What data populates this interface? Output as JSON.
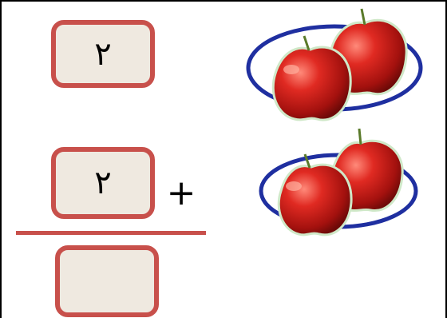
{
  "top_row": {
    "value": "٢",
    "plate_apples": 2
  },
  "middle_row": {
    "value": "٢",
    "operator": "+",
    "plate_apples": 2
  },
  "answer_box": {
    "value": ""
  },
  "colors": {
    "box_border": "#c8504b",
    "box_fill": "#efe9e0",
    "plate_rim": "#1f2fa0",
    "apple_red": "#d81f1a"
  },
  "icons": [
    "apple-icon",
    "plate-icon"
  ]
}
